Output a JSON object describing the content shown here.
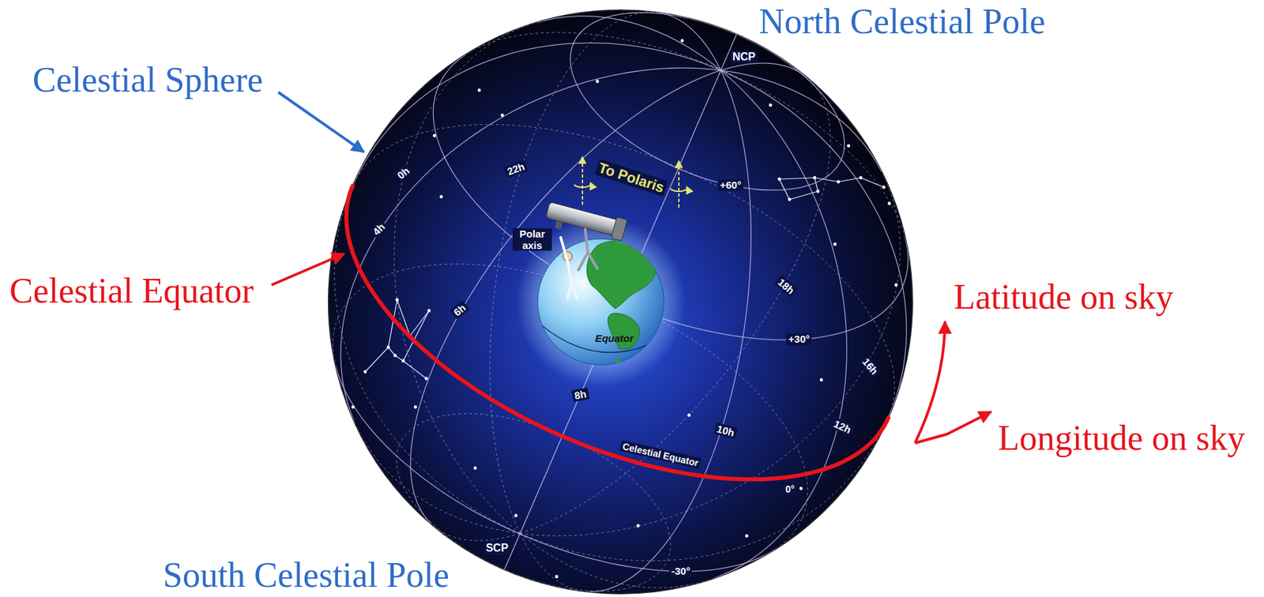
{
  "diagram": {
    "labels": [
      "North Celestial Pole",
      "NCP",
      "Celestial Sphere",
      "0h",
      "22h",
      "To Polaris",
      "+60°",
      "4h",
      "Polar axis",
      "Celestial Equator",
      "18h",
      "Latitude on sky",
      "6h",
      "+30°",
      "Equator",
      "16h",
      "8h",
      "10h",
      "12h",
      "Longitude on sky",
      "Celestial Equator",
      "0°",
      "SCP",
      "South Celestial Pole",
      "-30°"
    ]
  }
}
